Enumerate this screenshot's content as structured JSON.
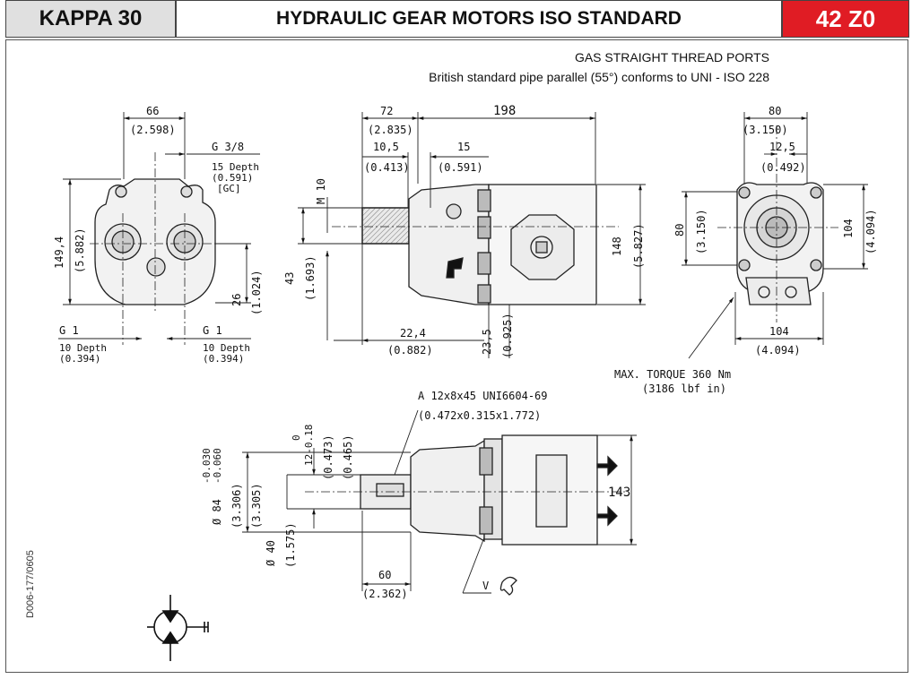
{
  "header": {
    "model": "KAPPA 30",
    "title": "HYDRAULIC GEAR MOTORS ISO STANDARD",
    "code": "42 Z0",
    "code_color": "#e01c24",
    "model_bg": "#e0e0e0"
  },
  "ports": {
    "line1": "GAS STRAIGHT THREAD PORTS",
    "line2": "British standard pipe parallel (55°) conforms to UNI - ISO 228"
  },
  "front_view": {
    "dim_top": "66",
    "dim_top_in": "(2.598)",
    "thread_top": "G 3/8",
    "thread_depth": "15 Depth",
    "thread_depth_in": "(0.591)",
    "thread_gc": "[GC]",
    "height": "149,4",
    "height_in": "(5.882)",
    "offset": "26",
    "offset_in": "(1.024)",
    "port_left": "G 1",
    "port_left_depth": "10 Depth",
    "port_left_depth_in": "(0.394)",
    "port_right": "G 1",
    "port_right_depth": "10 Depth",
    "port_right_depth_in": "(0.394)"
  },
  "side_view": {
    "dim_72": "72",
    "dim_72_in": "(2.835)",
    "dim_198": "198",
    "dim_10_5": "10,5",
    "dim_10_5_in": "(0.413)",
    "dim_15": "15",
    "dim_15_in": "(0.591)",
    "thread": "M 10",
    "dim_43": "43",
    "dim_43_in": "(1.693)",
    "dim_148": "148",
    "dim_148_in": "(5.827)",
    "dim_22_4": "22,4",
    "dim_22_4_in": "(0.882)",
    "dim_23_5": "23,5",
    "dim_23_5_in": "(0.925)"
  },
  "rear_view": {
    "dim_80": "80",
    "dim_80_in": "(3.150)",
    "dim_12_5": "12,5",
    "dim_12_5_in": "(0.492)",
    "dim_80_v": "80",
    "dim_80_v_in": "(3.150)",
    "dim_104_v": "104",
    "dim_104_v_in": "(4.094)",
    "dim_104": "104",
    "dim_104_in": "(4.094)",
    "torque": "MAX. TORQUE 360 Nm",
    "torque_in": "(3186 lbf in)"
  },
  "bottom_view": {
    "key": "A 12x8x45 UNI6604-69",
    "key_in": "(0.472x0.315x1.772)",
    "tol_top": "0",
    "tol_bottom": "12-0.18",
    "key_h_in": "(0.473)",
    "key_h2_in": "(0.465)",
    "pilot_tol_a": "-0.030",
    "pilot_tol_b": "-0.060",
    "pilot": "Ø 84",
    "pilot_in": "(3.306)",
    "pilot_in2": "(3.305)",
    "shaft": "Ø 40",
    "shaft_in": "(1.575)",
    "dim_143": "143",
    "dim_60": "60",
    "dim_60_in": "(2.362)",
    "rotation": "V"
  },
  "doc_code": "D006-177/0605"
}
